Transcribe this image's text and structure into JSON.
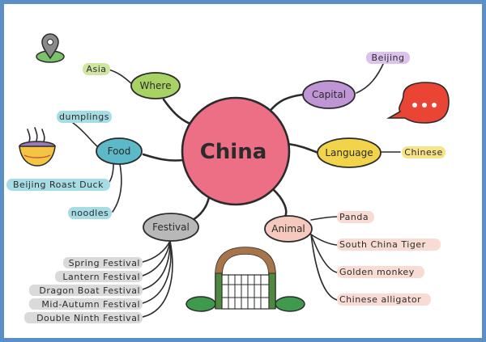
{
  "center": {
    "label": "China"
  },
  "branches": {
    "where": {
      "label": "Where",
      "items": [
        "Asia"
      ]
    },
    "capital": {
      "label": "Capital",
      "items": [
        "Beijing"
      ]
    },
    "food": {
      "label": "Food",
      "items": [
        "dumplings",
        "Beijing Roast Duck",
        "noodles"
      ]
    },
    "language": {
      "label": "Language",
      "items": [
        "Chinese"
      ]
    },
    "festival": {
      "label": "Festival",
      "items": [
        "Spring Festival",
        "Lantern Festival",
        "Dragon Boat Festival",
        "Mid-Autumn Festival",
        "Double Ninth Festival"
      ]
    },
    "animal": {
      "label": "Animal",
      "items": [
        "Panda",
        "South China Tiger",
        "Golden monkey",
        "Chinese alligator"
      ]
    }
  },
  "colors": {
    "frame": "#5b8fc7",
    "center": "#ec6f86",
    "where": "#a8d263",
    "capital": "#bf95d6",
    "food": "#5bb9c8",
    "language": "#f2d44a",
    "festival": "#b8b8b8",
    "animal": "#f5c9bd"
  },
  "icons": [
    "map-pin-icon",
    "speech-bubble-icon",
    "food-bowl-icon",
    "gate-icon"
  ]
}
